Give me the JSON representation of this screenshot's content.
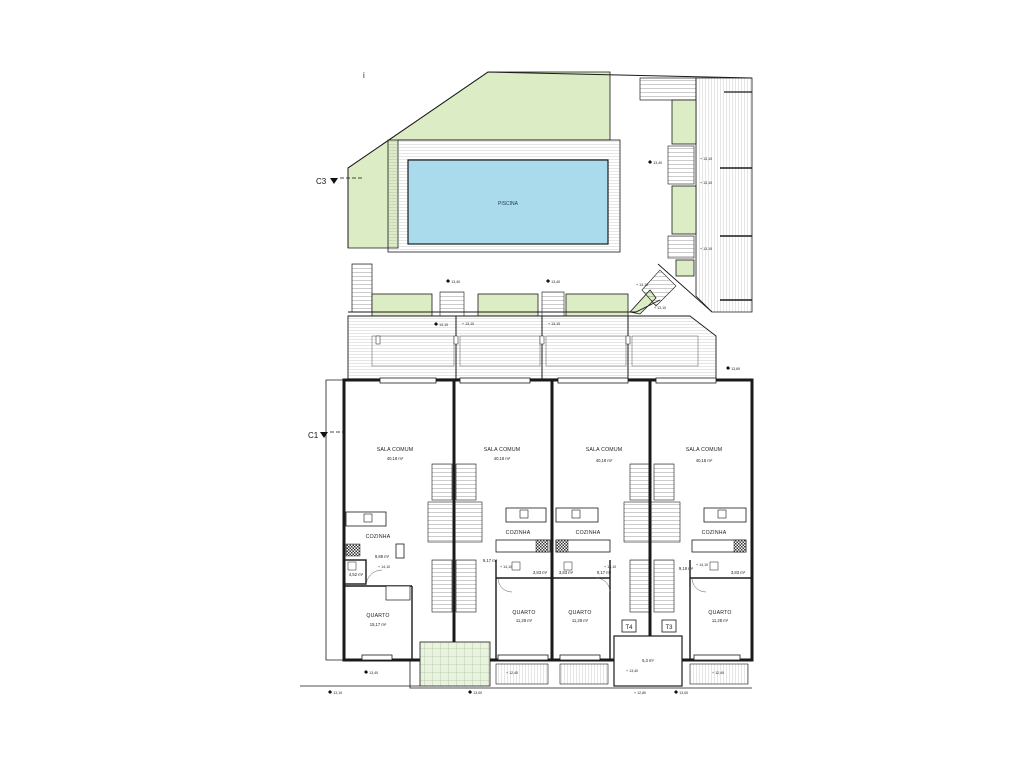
{
  "pool": {
    "label": "PISCINA"
  },
  "section_cuts": {
    "c3": "C3",
    "c1": "C1"
  },
  "mark": "i",
  "units": [
    {
      "sala": "SALA COMUM",
      "sala_area": "40,18 m²",
      "cozinha": "COZINHA",
      "cozinha_area": "9,88 m²",
      "wc_area": "4,52 m²",
      "quarto": "QUARTO",
      "quarto_area": "15,17 m²"
    },
    {
      "sala": "SALA COMUM",
      "sala_area": "40,18 m²",
      "cozinha": "COZINHA",
      "cozinha_area": "9,17 m²",
      "wc_area": "3,83 m²",
      "quarto": "QUARTO",
      "quarto_area": "11,28 m²"
    },
    {
      "sala": "SALA COMUM",
      "sala_area": "40,18 m²",
      "cozinha": "COZINHA",
      "cozinha_area": "9,17 m²",
      "wc_area": "3,83 m²",
      "quarto": "QUARTO",
      "quarto_area": "11,28 m²"
    },
    {
      "sala": "SALA COMUM",
      "sala_area": "40,18 m²",
      "cozinha": "COZINHA",
      "cozinha_area": "9,18 m²",
      "wc_area": "3,83 m²",
      "quarto": "QUARTO",
      "quarto_area": "11,28 m²"
    }
  ],
  "typology_tags": [
    "T4",
    "T3"
  ],
  "entrance_area": "5,3 m²",
  "levels": {
    "pool_deck": "+ 13,40",
    "terrace_a": "+ 13,40",
    "terrace_b": "+ 13,40",
    "deck_a": "+ 13,10",
    "deck_b": "+ 13,10",
    "deck_c": "+ 13,10",
    "stair_landing": "+ 13,10",
    "right_a": "+ 13,10",
    "right_b": "+ 13,10",
    "right_c": "+ 13,10",
    "right_d": "+ 13,10",
    "right_e": "+ 13,10",
    "right_f": "+ 13,60",
    "balcony": "+ 12,80",
    "wc_1": "+ 14,10",
    "wc_2": "+ 14,10",
    "wc_3": "+ 14,10",
    "wc_4": "+ 14,10",
    "front_1": "+ 13,40",
    "front_2": "+ 12,40",
    "front_3": "+ 13,40",
    "front_4": "+ 12,40",
    "street_1": "+ 13,10",
    "street_2": "+ 13,00",
    "street_3": "+ 12,80",
    "street_4": "+ 13,00"
  },
  "colors": {
    "lawn": "#dcecc4",
    "pool_water": "#a9dbed",
    "line": "#1a1a1a",
    "paving": "#e8e8e8"
  }
}
